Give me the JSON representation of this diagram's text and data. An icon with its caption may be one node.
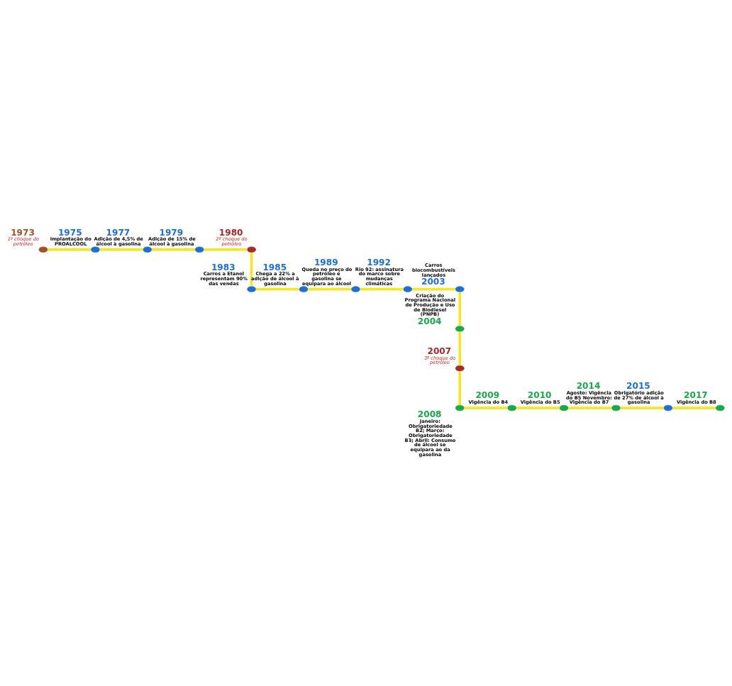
{
  "diagram": {
    "nodes": [
      {
        "text": [],
        "shape": "circle",
        "beside": [
          "1973",
          "1º choque do petróleo"
        ]
      },
      {
        "text": [],
        "shape": "circle",
        "beside": [
          "1975",
          "Implantação do PROALCOOL"
        ]
      },
      {
        "text": [],
        "shape": "circle",
        "beside": [
          "1977",
          "Adição de 4,5% de álcool à gasolina"
        ]
      },
      {
        "text": [],
        "shape": "circle",
        "beside": [
          "1979",
          "Adição de 15% de álcool à gasolina"
        ]
      },
      {
        "text": [],
        "shape": "circle",
        "beside": [
          "1980",
          "2º choque do petróleo"
        ]
      },
      {
        "text": [],
        "shape": "circle",
        "beside": [
          "1983",
          "Carros a Etanol representam 90% das vendas"
        ]
      },
      {
        "text": [],
        "shape": "circle",
        "beside": [
          "1985",
          "Chega a 22% a adição de álcool à gasolina"
        ]
      },
      {
        "text": [],
        "shape": "circle",
        "beside": [
          "1989",
          "Queda no preço do petróleo e gasolina se equipara ao álcool"
        ]
      },
      {
        "text": [],
        "shape": "circle",
        "beside": [
          "1992",
          "Rio 92: assinatura do marco sobre mudanças climáticas"
        ]
      },
      {
        "text": [],
        "shape": "circle",
        "beside": [
          "Carros biocombustíveis lançados",
          "2003"
        ]
      },
      {
        "text": [],
        "shape": "circle",
        "beside": [
          "Criação do Programa Nacional de Produção e Uso de Biodiesel (PNPB)",
          "2004"
        ]
      },
      {
        "text": [],
        "shape": "circle",
        "beside": [
          "2007",
          "3º choque do petróleo"
        ]
      },
      {
        "text": [],
        "shape": "circle",
        "beside": [
          "2008",
          "Janeiro: Obrigatoriedade B2; Março: Obrigatoriedade B3; Abril: Consumo de álcool se equipara ao da gasolina"
        ]
      },
      {
        "text": [],
        "shape": "circle",
        "beside": [
          "2009",
          "Vigência do B4"
        ]
      },
      {
        "text": [],
        "shape": "circle",
        "beside": [
          "2010",
          "Vigência do B5"
        ]
      },
      {
        "text": [],
        "shape": "circle",
        "beside": [
          "2014",
          "Agosto: Vigência do B5 Novembro: Vigência do B7"
        ]
      },
      {
        "text": [],
        "shape": "circle",
        "beside": [
          "2015",
          "Obrigatório adição de 27% de álcool à gasolina"
        ]
      },
      {
        "text": [],
        "shape": "circle",
        "beside": [
          "2017",
          "Vigência do B8"
        ]
      }
    ],
    "edges": [
      {
        "from": 0,
        "to": 1,
        "arrow": "none"
      },
      {
        "from": 1,
        "to": 2,
        "arrow": "none"
      },
      {
        "from": 2,
        "to": 3,
        "arrow": "none"
      },
      {
        "from": 3,
        "to": 4,
        "arrow": "none"
      },
      {
        "from": 4,
        "to": 5,
        "arrow": "none"
      },
      {
        "from": 5,
        "to": 6,
        "arrow": "none"
      },
      {
        "from": 6,
        "to": 7,
        "arrow": "none"
      },
      {
        "from": 7,
        "to": 8,
        "arrow": "none"
      },
      {
        "from": 8,
        "to": 9,
        "arrow": "none"
      },
      {
        "from": 9,
        "to": 10,
        "arrow": "none"
      },
      {
        "from": 10,
        "to": 11,
        "arrow": "none"
      },
      {
        "from": 11,
        "to": 12,
        "arrow": "none"
      },
      {
        "from": 12,
        "to": 13,
        "arrow": "none"
      },
      {
        "from": 13,
        "to": 14,
        "arrow": "none"
      },
      {
        "from": 14,
        "to": 15,
        "arrow": "none"
      },
      {
        "from": 15,
        "to": 16,
        "arrow": "none"
      },
      {
        "from": 16,
        "to": 17,
        "arrow": "none"
      }
    ]
  }
}
